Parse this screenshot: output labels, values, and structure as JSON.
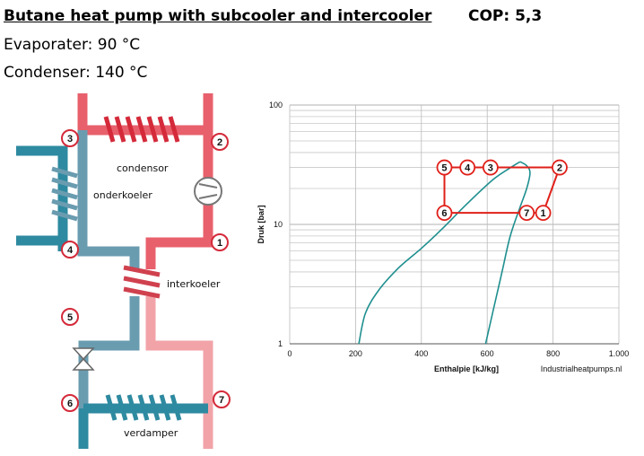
{
  "header": {
    "title": "Butane heat pump with subcooler and intercooler",
    "cop": "COP: 5,3",
    "evaporator": "Evaporater: 90 °C",
    "condenser": "Condenser: 140 °C"
  },
  "schematic": {
    "labels": {
      "condensor": "condensor",
      "onderkoeler": "onderkoeler",
      "interkoeler": "interkoeler",
      "verdamper": "verdamper"
    },
    "points": [
      "1",
      "2",
      "3",
      "4",
      "5",
      "6",
      "7"
    ],
    "colors": {
      "hot": "#e8606c",
      "hot_light": "#f2a3a8",
      "hot_dark": "#d42a3a",
      "cold": "#2e8aa0",
      "cold_mid": "#6a9cb0"
    }
  },
  "chart_data": {
    "type": "line",
    "xlabel": "Enthalpie  [kJ/kg]",
    "ylabel": "Druk [bar]",
    "credit": "Industrialheatpumps.nl",
    "xlim": [
      0,
      1000
    ],
    "ylim": [
      1,
      100
    ],
    "yscale": "log",
    "x_ticks": [
      "0",
      "200",
      "400",
      "600",
      "800",
      "1.000"
    ],
    "y_ticks": [
      "1",
      "10",
      "100"
    ],
    "grid": true,
    "colors": {
      "saturation": "#1f8f8f",
      "cycle": "#e0201a"
    },
    "saturation_liquid": [
      [
        210,
        1
      ],
      [
        230,
        1.8
      ],
      [
        270,
        2.8
      ],
      [
        330,
        4.3
      ],
      [
        400,
        6.3
      ],
      [
        460,
        9
      ],
      [
        540,
        15
      ],
      [
        620,
        24
      ],
      [
        680,
        31
      ],
      [
        700,
        33.5
      ]
    ],
    "saturation_vapor": [
      [
        700,
        33.5
      ],
      [
        720,
        31
      ],
      [
        730,
        27
      ],
      [
        720,
        20
      ],
      [
        700,
        14
      ],
      [
        670,
        8
      ],
      [
        645,
        4
      ],
      [
        620,
        2
      ],
      [
        595,
        1
      ]
    ],
    "cycle": [
      [
        470,
        30
      ],
      [
        820,
        30
      ],
      [
        770,
        12.5
      ],
      [
        470,
        12.5
      ],
      [
        470,
        30
      ]
    ],
    "points": [
      {
        "label": "5",
        "h": 470,
        "p": 30
      },
      {
        "label": "4",
        "h": 540,
        "p": 30
      },
      {
        "label": "3",
        "h": 610,
        "p": 30
      },
      {
        "label": "2",
        "h": 820,
        "p": 30
      },
      {
        "label": "6",
        "h": 470,
        "p": 12.5
      },
      {
        "label": "7",
        "h": 720,
        "p": 12.5
      },
      {
        "label": "1",
        "h": 770,
        "p": 12.5
      }
    ]
  }
}
